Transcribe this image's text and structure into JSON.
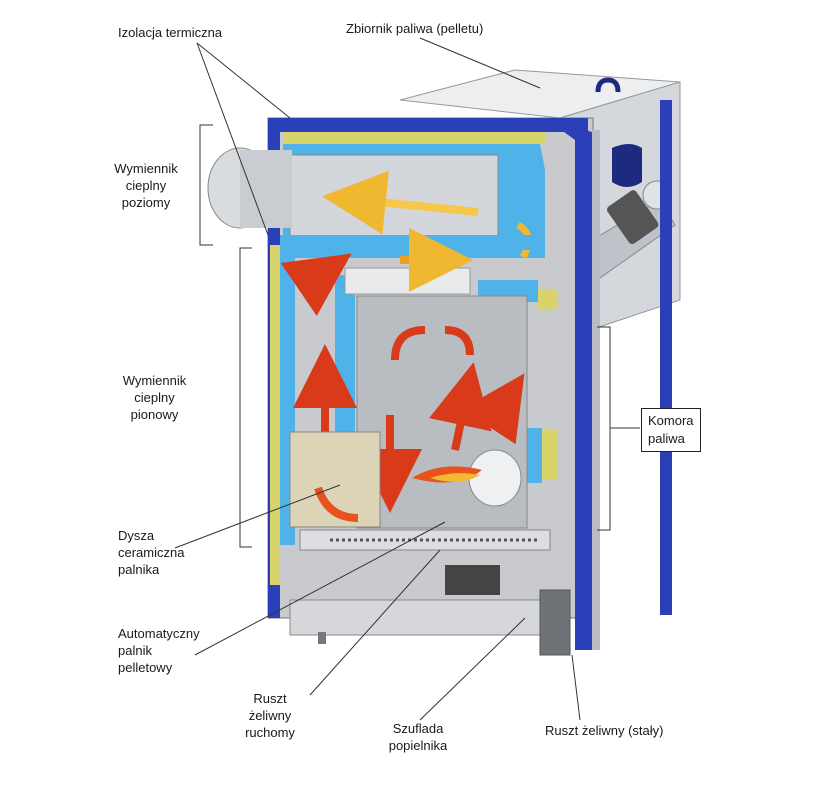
{
  "labels": {
    "izolacja": "Izolacja termiczna",
    "zbiornik": "Zbiornik paliwa (pelletu)",
    "wym_poziomy": [
      "Wymiennik",
      "cieplny",
      "poziomy"
    ],
    "wym_pionowy": [
      "Wymiennik",
      "cieplny",
      "pionowy"
    ],
    "komora": [
      "Komora",
      "paliwa"
    ],
    "dysza": [
      "Dysza",
      "ceramiczna",
      "palnika"
    ],
    "palnik": [
      "Automatyczny",
      "palnik",
      "pelletowy"
    ],
    "ruszt_ruchomy": [
      "Ruszt",
      "żeliwny",
      "ruchomy"
    ],
    "szuflada": [
      "Szuflada",
      "popielnika"
    ],
    "ruszt_staly": "Ruszt żeliwny (stały)"
  },
  "colors": {
    "frame_blue": "#2b3fb8",
    "water_jacket": "#4fb3ea",
    "insulation": "#d8d36a",
    "steel_grey": "#c9cbcf",
    "flame": "#e8521c",
    "arrow_yellow": "#f5c84a"
  }
}
